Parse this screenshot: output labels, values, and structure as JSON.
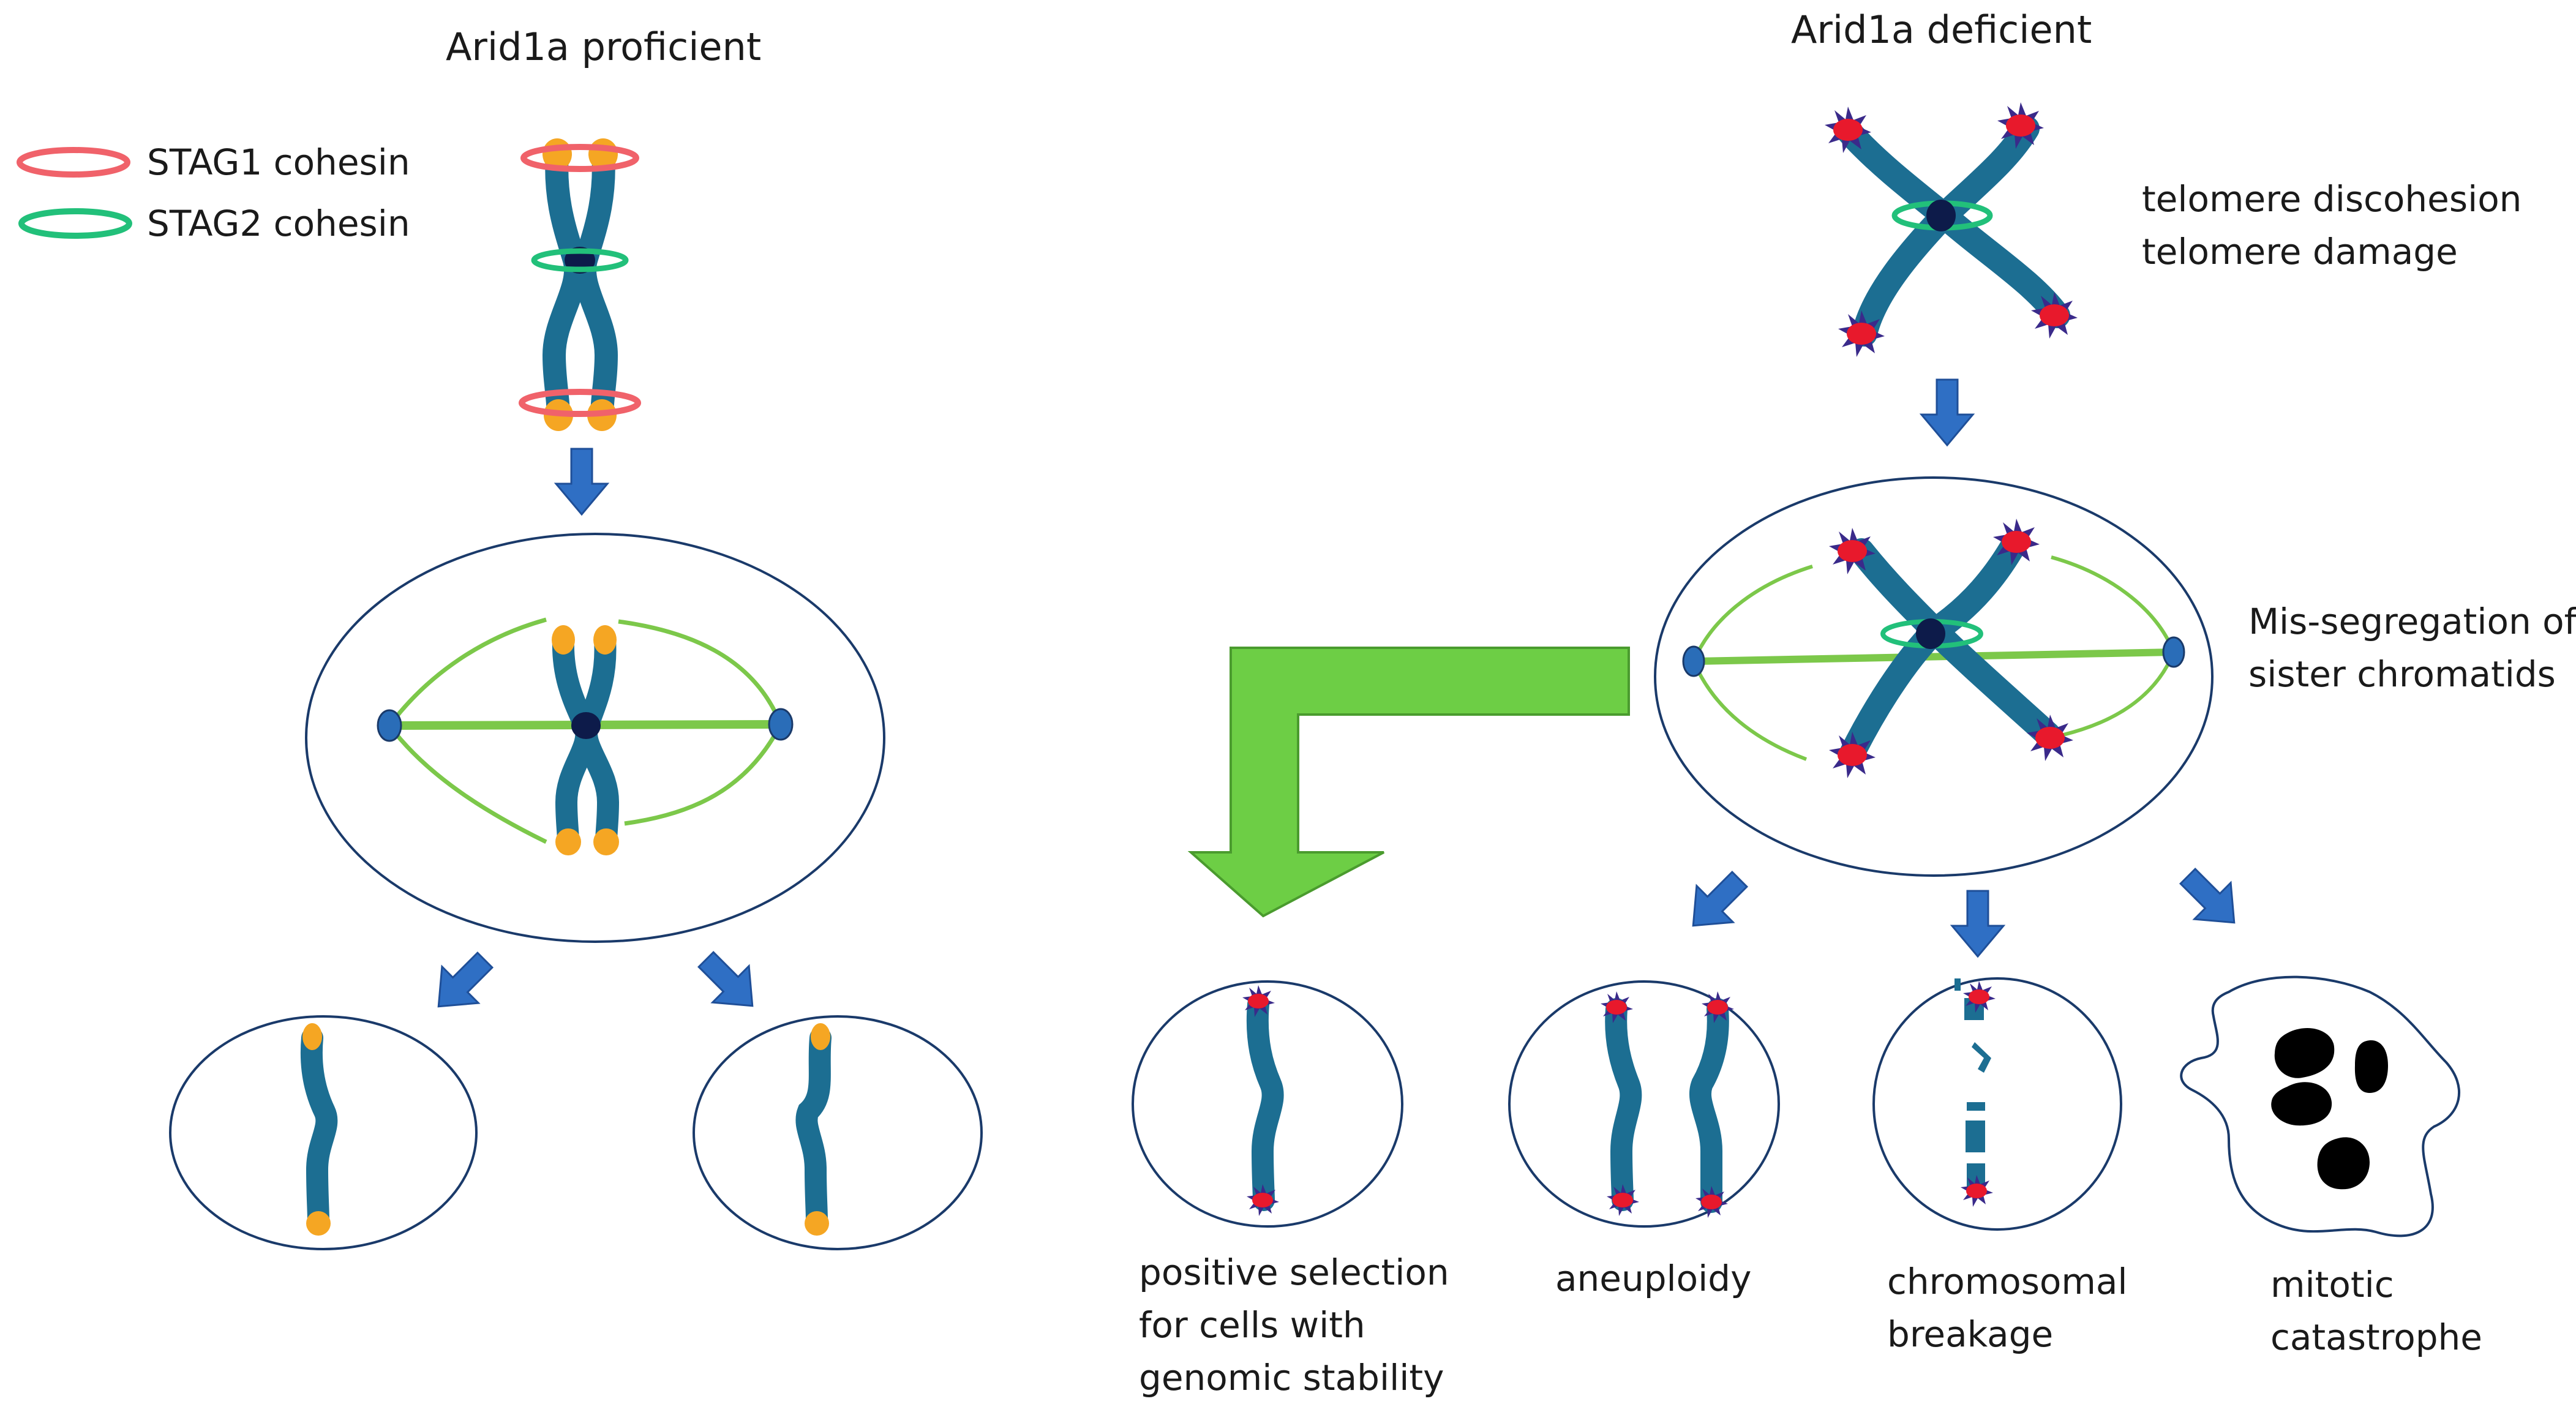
{
  "left": {
    "title": "Arid1a proficient"
  },
  "right": {
    "title": "Arid1a deficient"
  },
  "legend": [
    {
      "label": "STAG1 cohesin",
      "color": "#f0626a"
    },
    {
      "label": "STAG2 cohesin",
      "color": "#22c07a"
    }
  ],
  "annotations": {
    "telomere": [
      "telomere discohesion",
      "telomere damage"
    ],
    "missegregation": [
      "Mis-segregation of",
      "sister chromatids"
    ]
  },
  "outcomes": [
    {
      "lines": [
        "positive selection",
        "for cells with",
        "genomic stability"
      ]
    },
    {
      "lines": [
        "aneuploidy"
      ]
    },
    {
      "lines": [
        "chromosomal",
        "breakage"
      ]
    },
    {
      "lines": [
        "mitotic",
        "catastrophe"
      ]
    }
  ],
  "colors": {
    "chromatid": "#1c6e92",
    "centromere": "#0d1b4a",
    "telomere_normal": "#f5a623",
    "telomere_damaged": "#e8192c",
    "damage_star": "#3a2a8a",
    "spindle": "#7cc84a",
    "pole": "#2a6db8",
    "arrow_blue": "#2f6fc4",
    "arrow_green": "#6dce45",
    "cell_outline": "#1a3a6a",
    "nucleus_fragment": "#000000"
  }
}
